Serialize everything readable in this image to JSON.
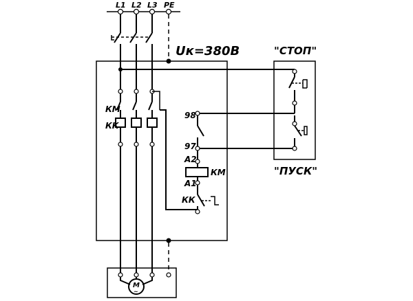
{
  "phases": {
    "l1": "L1",
    "l2": "L2",
    "l3": "L3",
    "pe": "PE"
  },
  "voltage_label": "Uк=380В",
  "stop_label": "\"СТОП\"",
  "start_label": "\"ПУСК\"",
  "contactor_label_main": "КМ",
  "relay_label_main": "КК",
  "terminal_98": "98",
  "terminal_97": "97",
  "coil_a2": "A2",
  "coil_a1": "A1",
  "coil_label": "КМ",
  "relay_contact_label": "КК",
  "motor_label": "M",
  "motor_phase": "~"
}
